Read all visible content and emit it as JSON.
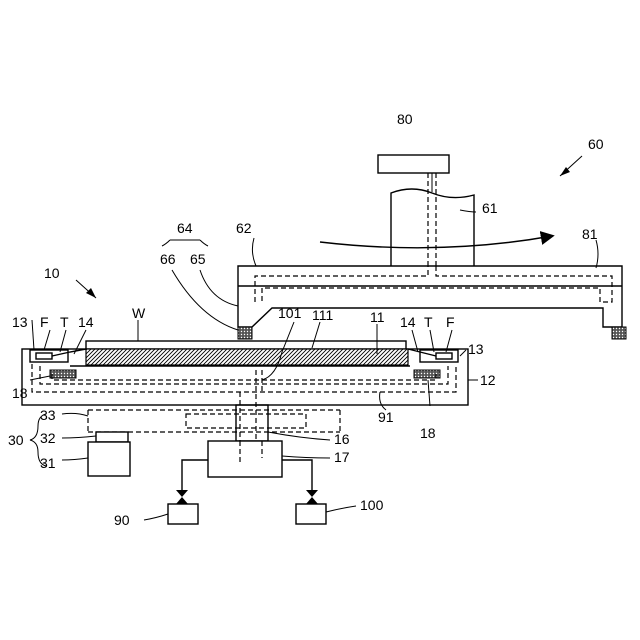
{
  "figure": {
    "labels": {
      "l80": "80",
      "l60": "60",
      "l61": "61",
      "l64": "64",
      "l62": "62",
      "l81": "81",
      "l66": "66",
      "l65": "65",
      "l10": "10",
      "l13a": "13",
      "lFa": "F",
      "lTa": "T",
      "l14a": "14",
      "lW": "W",
      "l101": "101",
      "l111": "111",
      "l11": "11",
      "l14b": "14",
      "lTb": "T",
      "lFb": "F",
      "l13b": "13",
      "l12": "12",
      "l18a": "18",
      "l91": "91",
      "l18b": "18",
      "l33": "33",
      "l30": "30",
      "l32": "32",
      "l31": "31",
      "l16": "16",
      "l17": "17",
      "l90": "90",
      "l100": "100"
    }
  }
}
